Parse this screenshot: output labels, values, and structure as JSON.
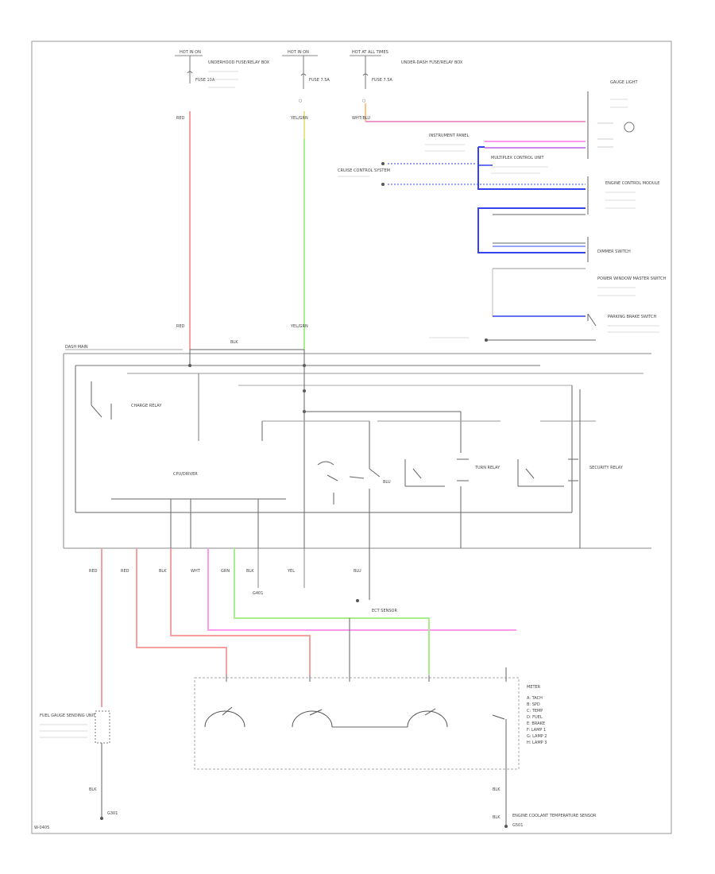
{
  "diagram": {
    "colors": {
      "border": "#8a8a8a",
      "line": "#666666",
      "red": "#f7a0a0",
      "green": "#a8ee8c",
      "pink": "#ff99ee",
      "blue": "#3344ee",
      "orange": "#ffc48a",
      "purple": "#cc88ee"
    },
    "fuses": [
      {
        "id": "fuse-left",
        "top": "HOT IN ON",
        "mid": "FUSE 10A",
        "desc": "UNDERHOOD FUSE/RELAY BOX"
      },
      {
        "id": "fuse-mid",
        "top": "HOT IN ON",
        "mid": "FUSE 7.5A",
        "desc": ""
      },
      {
        "id": "fuse-right",
        "top": "HOT AT ALL TIMES",
        "mid": "FUSE 7.5A",
        "desc": "UNDER-DASH FUSE/RELAY BOX"
      }
    ],
    "wire_labels": {
      "red_top": "RED",
      "yel_grn_top": "YEL/GRN",
      "wht_top": "WHT/BLU",
      "red_mid": "RED",
      "yel_grn_mid": "YEL/GRN",
      "blk_mid": "BLK"
    },
    "right_components": {
      "gauge_light": "GAUGE LIGHT",
      "instrument": "INSTRUMENT PANEL",
      "multiplex": "MULTIPLEX CONTROL UNIT",
      "pgm": "ENGINE CONTROL MODULE",
      "dimmer": "DIMMER SWITCH",
      "power_window": "POWER WINDOW MASTER SWITCH",
      "parking_brake": "PARKING BRAKE SWITCH"
    },
    "left_labels": {
      "cruise": "CRUISE CONTROL SYSTEM",
      "dash_main": "DASH MAIN"
    },
    "module": {
      "title": "GAUGE ASSEMBLY",
      "cpu": "CPU/DRIVER",
      "relay_left": "CHARGE RELAY",
      "relay_right": "TURN RELAY",
      "relay_far": "SECURITY RELAY"
    },
    "bottom_labels": {
      "ground_mid": "G401",
      "ground_left": "G301",
      "ground_right": "G501",
      "sensor_left": "FUEL GAUGE SENDING UNIT",
      "meter_box": "METER",
      "bottom_right": "ENGINE COOLANT TEMPERATURE SENSOR"
    },
    "legend_right": [
      "A: TACH",
      "B: SPD",
      "C: TEMP",
      "D: FUEL",
      "E: BRAKE",
      "F: LAMP 1",
      "G: LAMP 2",
      "H: LAMP 3"
    ],
    "page_code": "W-0405"
  }
}
